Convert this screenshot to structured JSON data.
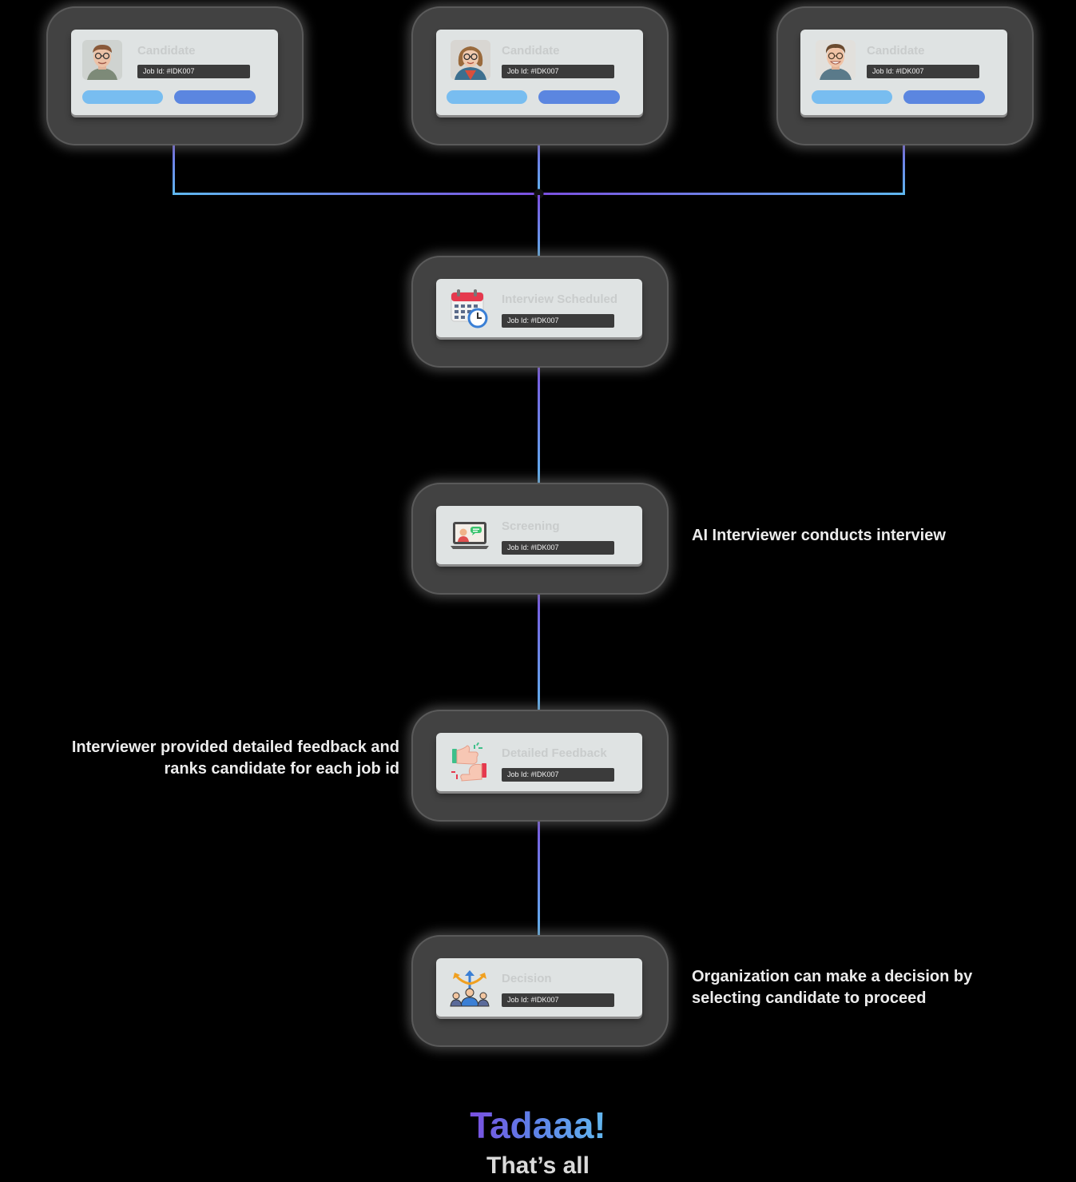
{
  "candidates": [
    {
      "title": "Candidate",
      "job": "Job Id: #IDK007",
      "avatar": "man-glasses-avatar"
    },
    {
      "title": "Candidate",
      "job": "Job Id: #IDK007",
      "avatar": "woman-glasses-avatar"
    },
    {
      "title": "Candidate",
      "job": "Job Id: #IDK007",
      "avatar": "man-smiling-avatar"
    }
  ],
  "stages": [
    {
      "title": "Interview Scheduled",
      "job": "Job Id: #IDK007",
      "icon": "calendar-clock-icon"
    },
    {
      "title": "Screening",
      "job": "Job Id: #IDK007",
      "icon": "video-chat-icon"
    },
    {
      "title": "Detailed Feedback",
      "job": "Job Id: #IDK007",
      "icon": "thumbs-feedback-icon"
    },
    {
      "title": "Decision",
      "job": "Job Id: #IDK007",
      "icon": "decision-arrows-icon"
    }
  ],
  "notes": {
    "screening": "AI Interviewer conducts interview",
    "feedback_line1": "Interviewer provided detailed feedback and",
    "feedback_line2": "ranks candidate for each job id",
    "decision_line1": "Organization can make a decision by",
    "decision_line2": "selecting candidate to proceed"
  },
  "footer": {
    "headline": "Tadaaa!",
    "subline": "That’s all"
  },
  "colors": {
    "connector_start": "#7b4fe0",
    "connector_end": "#5fb7ee",
    "card_bg": "#dfe3e3",
    "job_bar": "#3b3b3b",
    "button_light": "#78bdf0",
    "button_dark": "#5b86e0"
  }
}
